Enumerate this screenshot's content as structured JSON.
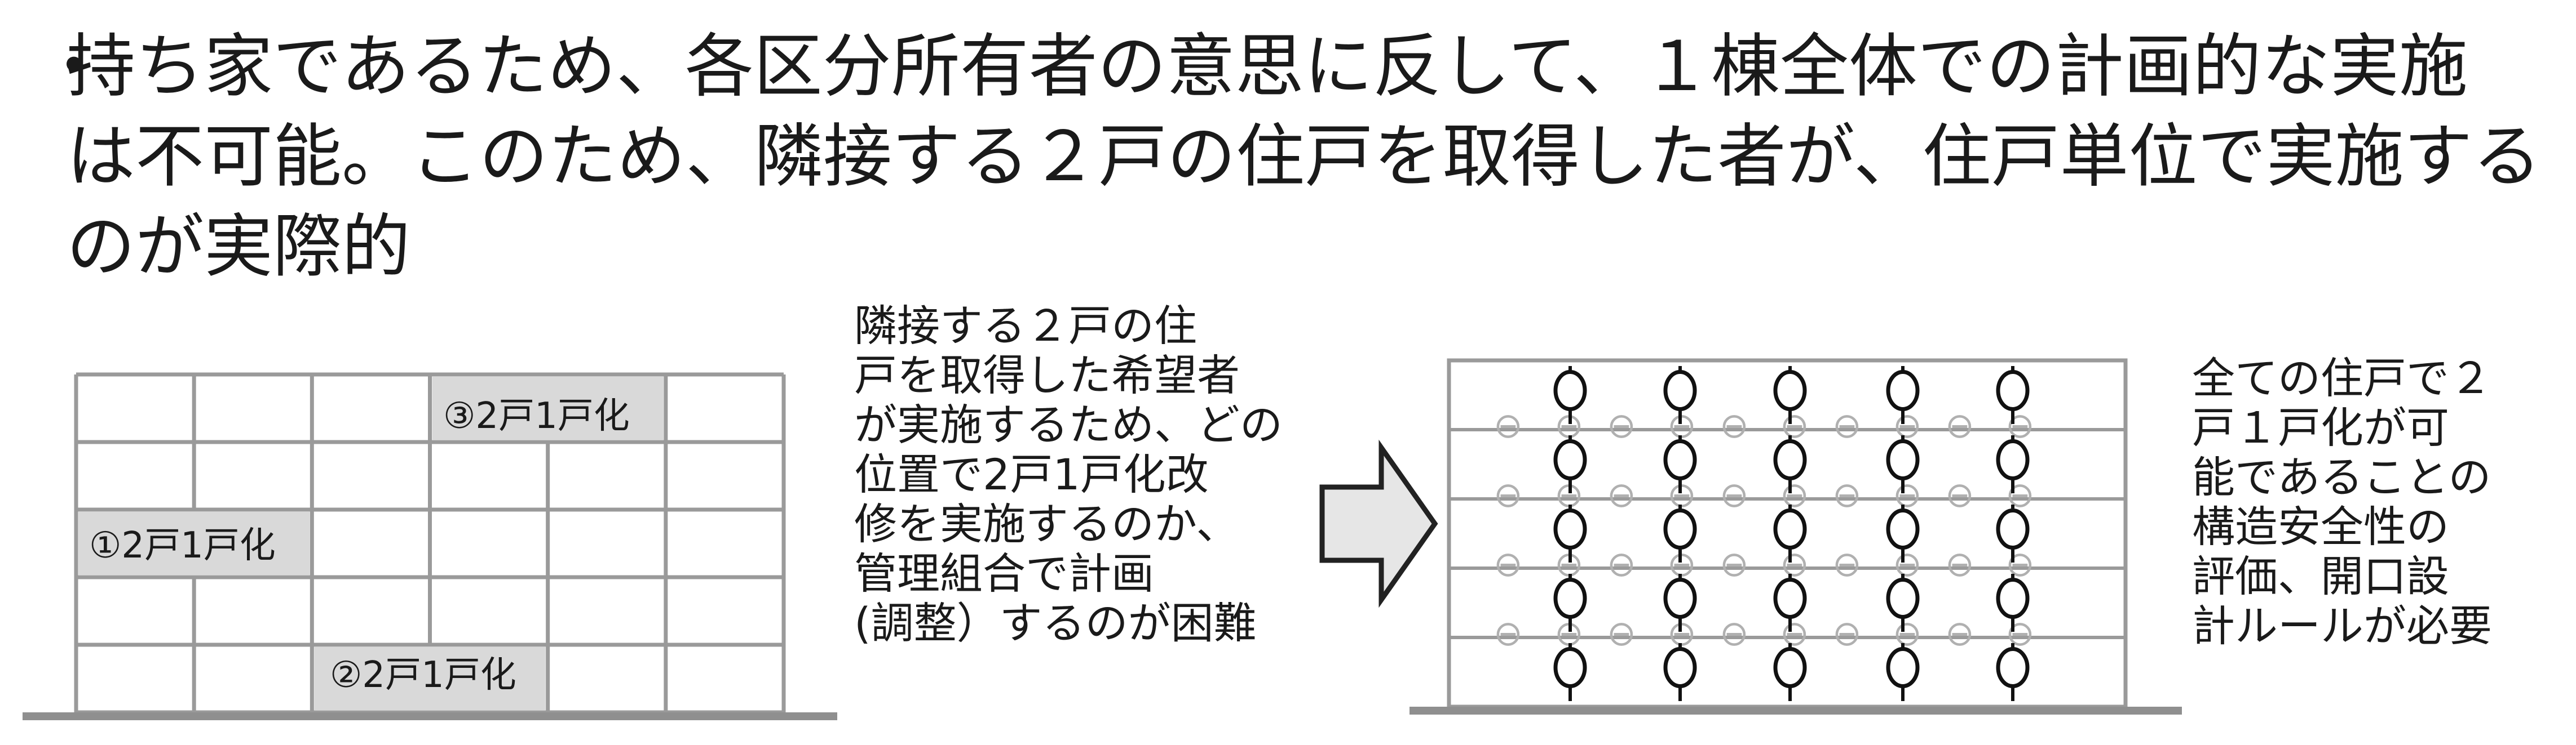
{
  "heading": {
    "bullet": "・",
    "lines": [
      "持ち家であるため、各区分所有者の意思に反して、１棟全体での計画的な実施",
      "は不可能。このため、隣接する２戸の住戸を取得した者が、住戸単位で実施する",
      "のが実際的"
    ]
  },
  "left_diagram": {
    "labels": [
      "③2戸1戸化",
      "①2戸1戸化",
      "②2戸1戸化"
    ]
  },
  "left_note": {
    "lines": [
      "隣接する２戸の住",
      "戸を取得した希望者",
      "が実施するため、どの",
      "位置で2戸1戸化改",
      "修を実施するのか、",
      "管理組合で計画",
      "(調整）するのが困難"
    ]
  },
  "right_diagram": {
    "mark": "O",
    "secondary_mark": "⊖"
  },
  "right_note": {
    "lines": [
      "全ての住戸で２",
      "戸１戸化が可",
      "能であることの",
      "構造安全性の",
      "評価、開口設",
      "計ルールが必要"
    ]
  },
  "colors": {
    "grid_line": "#9a9a9a",
    "ground": "#8f8f8f",
    "highlight_fill": "#d9d9d9",
    "arrow_fill": "#e6e6e6",
    "mark": "#111111",
    "secondary_mark": "#b0b0b0"
  }
}
